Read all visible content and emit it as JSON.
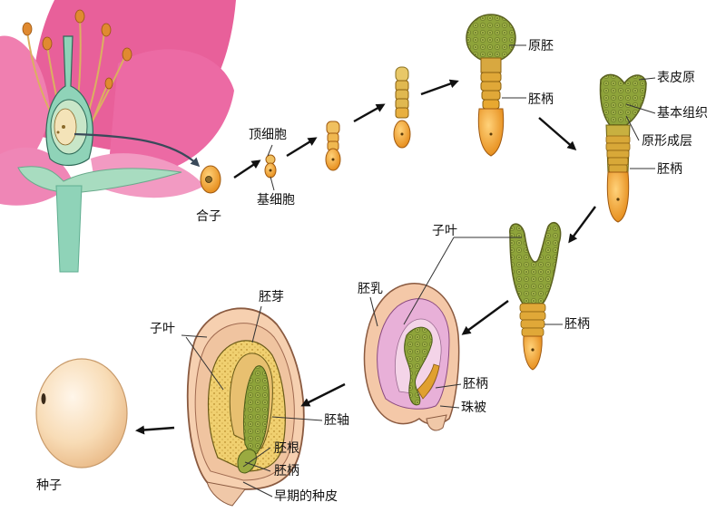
{
  "labels": {
    "zygote": "合子",
    "apical_cell": "顶细胞",
    "basal_cell": "基细胞",
    "proembryo": "原胚",
    "suspensor_1": "胚柄",
    "protoderm": "表皮原",
    "ground_meristem": "基本组织",
    "procambium": "原形成层",
    "suspensor_2": "胚柄",
    "cotyledon_1": "子叶",
    "suspensor_3": "胚柄",
    "endosperm": "胚乳",
    "suspensor_4": "胚柄",
    "integument": "珠被",
    "plumule": "胚芽",
    "cotyledon_2": "子叶",
    "hypocotyl": "胚轴",
    "radicle": "胚根",
    "suspensor_5": "胚柄",
    "early_seed_coat": "早期的种皮",
    "seed": "种子"
  },
  "colors": {
    "petal": "#e8609a",
    "petal_light": "#f3a0c4",
    "stem": "#8fd3b8",
    "embryo_orange": "#f0a030",
    "embryo_green": "#7aa030",
    "embryo_cell_dark": "#6b7a2a",
    "ovule_wall": "#f2c9a6",
    "endosperm_pink": "#e8b8d8",
    "seed": "#f7d8b0",
    "arrow": "#111111"
  }
}
